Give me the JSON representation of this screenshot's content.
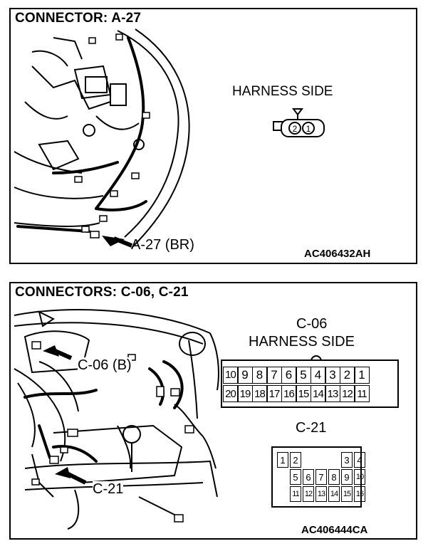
{
  "panel_a27": {
    "title": "CONNECTOR: A-27",
    "harness_side": "HARNESS SIDE",
    "pins": [
      "2",
      "1"
    ],
    "callout": "A-27 (BR)",
    "code": "AC406432AH"
  },
  "panel_c06_c21": {
    "title": "CONNECTORS: C-06, C-21",
    "c06_label": "C-06",
    "c06_harness_side": "HARNESS SIDE",
    "c06_row1": [
      "10",
      "9",
      "8",
      "7",
      "6",
      "5",
      "4",
      "3",
      "2",
      "1"
    ],
    "c06_row2": [
      "20",
      "19",
      "18",
      "17",
      "16",
      "15",
      "14",
      "13",
      "12",
      "11"
    ],
    "c21_label": "C-21",
    "c21_row1": [
      "1",
      "2",
      "",
      "",
      "",
      "3",
      "4"
    ],
    "c21_row2": [
      "5",
      "6",
      "7",
      "8",
      "9",
      "10"
    ],
    "c21_row3": [
      "11",
      "12",
      "13",
      "14",
      "15",
      "16"
    ],
    "callout_c06": "C-06 (B)",
    "callout_c21": "C-21",
    "code": "AC406444CA"
  }
}
